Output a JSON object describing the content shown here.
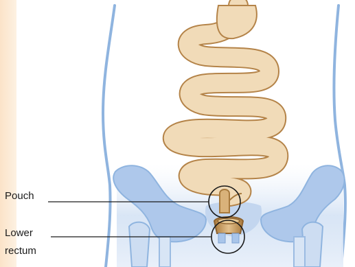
{
  "labels": {
    "pouch": "Pouch",
    "lower_rectum_line1": "Lower",
    "lower_rectum_line2": "rectum"
  },
  "colors": {
    "side_stripe": "#fbe6cf",
    "body_outline": "#8fb4df",
    "pelvis_fill": "#aec8eb",
    "pelvis_glow": "#dbe8f7",
    "intestine_fill": "#f1dbb8",
    "intestine_outline": "#b48348",
    "rectum_fill": "#c9a064",
    "leader_line": "#1a1a1a"
  }
}
